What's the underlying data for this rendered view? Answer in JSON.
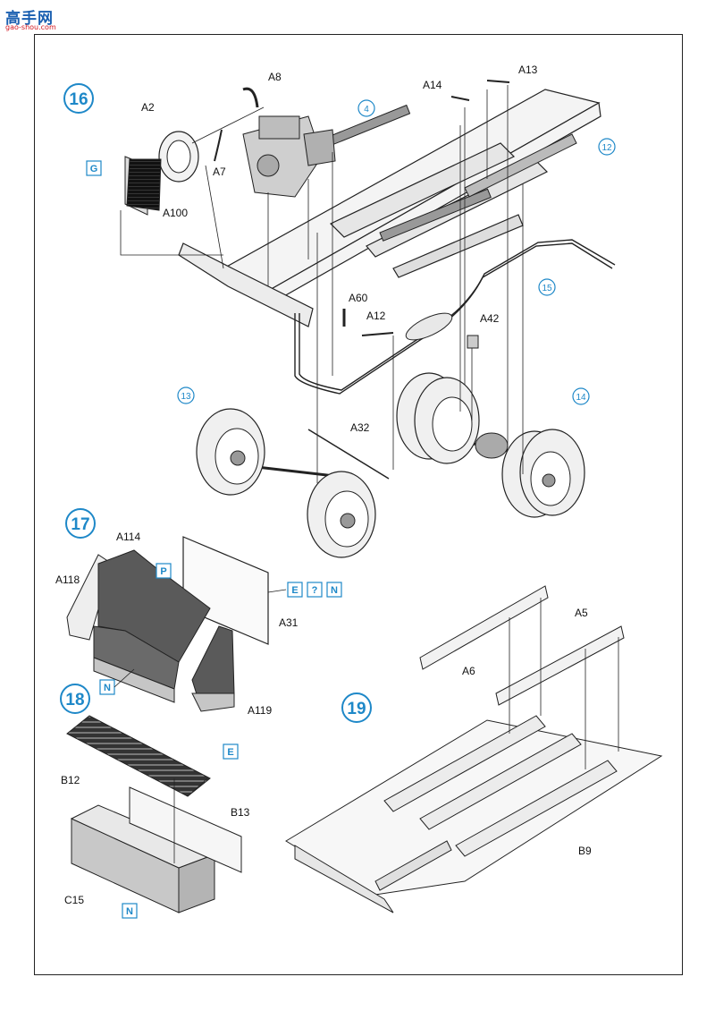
{
  "watermark": {
    "name": "高手网",
    "url": "gao-shou.com"
  },
  "colors": {
    "accent": "#1e88c8",
    "line": "#222222",
    "dark_fill": "#555555",
    "grey_fill": "#bdbdbd"
  },
  "steps": [
    {
      "number": "16"
    },
    {
      "number": "17"
    },
    {
      "number": "18"
    },
    {
      "number": "19"
    }
  ],
  "step16": {
    "labels": [
      "A8",
      "A2",
      "A7",
      "A100",
      "A14",
      "A13",
      "A60",
      "A12",
      "A42",
      "A32"
    ],
    "circled_refs": [
      "4",
      "12",
      "15",
      "13",
      "14"
    ],
    "boxed": [
      "G"
    ]
  },
  "step17": {
    "labels": [
      "A114",
      "A118",
      "A31",
      "A119"
    ],
    "boxed": [
      "P",
      "E",
      "?",
      "N",
      "N"
    ]
  },
  "step18": {
    "labels": [
      "B12",
      "B13",
      "C15"
    ],
    "boxed": [
      "E",
      "N"
    ]
  },
  "step19": {
    "labels": [
      "A5",
      "A6",
      "B9"
    ]
  }
}
